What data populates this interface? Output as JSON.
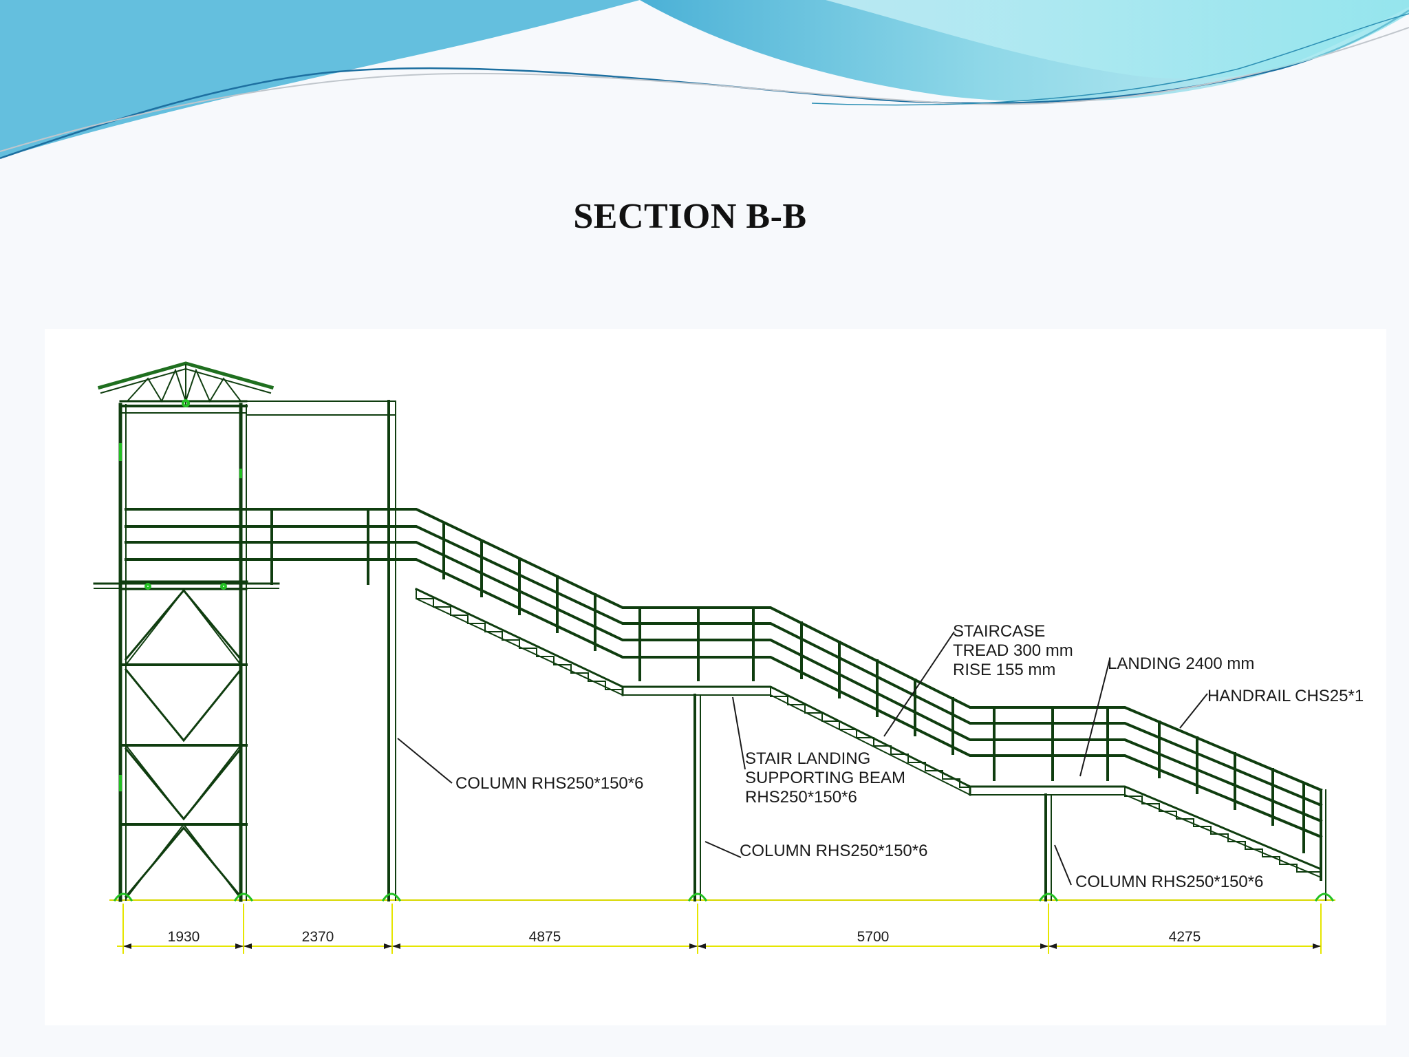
{
  "slide": {
    "title": "SECTION B-B"
  },
  "diagram": {
    "labels": {
      "staircase_title": "STAIRCASE",
      "tread": "TREAD 300 mm",
      "rise": "RISE  155 mm",
      "landing": "LANDING 2400 mm",
      "handrail": "HANDRAIL CHS25*1",
      "beam_line1": "STAIR LANDING",
      "beam_line2": "SUPPORTING BEAM",
      "beam_line3": "RHS250*150*6",
      "column_1": "COLUMN RHS250*150*6",
      "column_2": "COLUMN RHS250*150*6",
      "column_3": "COLUMN RHS250*150*6"
    },
    "dimensions": [
      "1930",
      "2370",
      "4875",
      "5700",
      "4275"
    ]
  },
  "colors": {
    "structure": "#0f3d0f",
    "highlight": "#22c022",
    "dimension_line": "#e6e600",
    "wave_dark": "#1a7fa8",
    "wave_light": "#8fe0ef"
  }
}
